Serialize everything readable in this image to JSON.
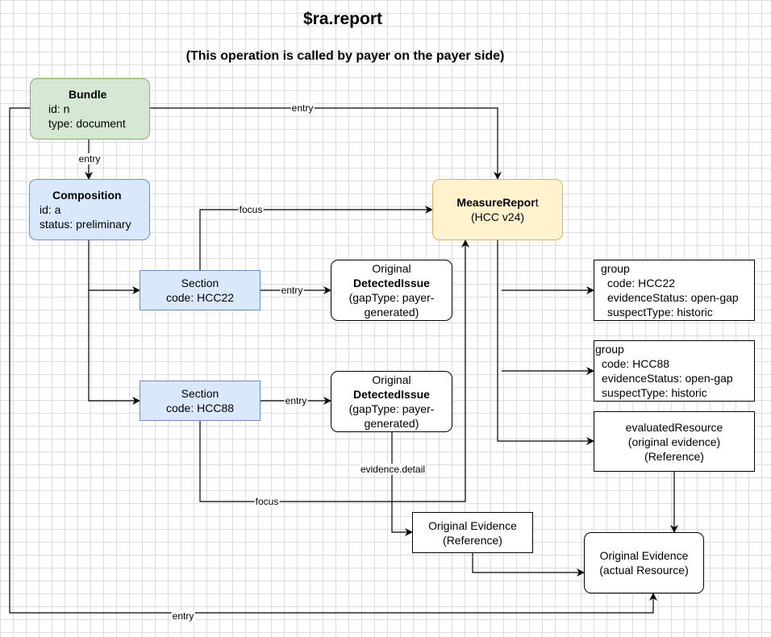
{
  "title": "$ra.report",
  "subtitle": "(This operation is called by payer on the payer side)",
  "nodes": {
    "bundle": {
      "name": "Bundle",
      "line1": "id: n",
      "line2": "type: document"
    },
    "composition": {
      "name": "Composition",
      "line1": "id: a",
      "line2": "status: preliminary"
    },
    "measure_report": {
      "name_bold": "MeasureRepor",
      "name_rest": "t",
      "line1": "(HCC v24)"
    },
    "section_hcc22": {
      "line1": "Section",
      "line2": "code: HCC22"
    },
    "section_hcc88": {
      "line1": "Section",
      "line2": "code: HCC88"
    },
    "issue_1": {
      "line1": "Original",
      "line2": "DetectedIssue",
      "line3": "(gapType: payer-",
      "line4": "generated)"
    },
    "issue_2": {
      "line1": "Original",
      "line2": "DetectedIssue",
      "line3": "(gapType: payer-",
      "line4": "generated)"
    },
    "group_hcc22": {
      "header": "group",
      "line1": "code: HCC22",
      "line2": "evidenceStatus: open-gap",
      "line3": "suspectType: historic"
    },
    "group_hcc88": {
      "header": "group",
      "line1": "code: HCC88",
      "line2": "evidenceStatus: open-gap",
      "line3": "suspectType: historic"
    },
    "evaluated_resource": {
      "line1": "evaluatedResource",
      "line2": "(original evidence)",
      "line3": "(Reference)"
    },
    "evidence_reference": {
      "line1": "Original Evidence",
      "line2": "(Reference)"
    },
    "evidence_actual": {
      "line1": "Original Evidence",
      "line2": "(actual Resource)"
    }
  },
  "edge_labels": {
    "bundle_to_measure": "entry",
    "bundle_to_composition": "entry",
    "section_focus_top": "focus",
    "section22_entry": "entry",
    "section88_entry": "entry",
    "evidence_detail": "evidence.detail",
    "section_focus_bottom": "focus",
    "bundle_to_evidence": "entry"
  }
}
